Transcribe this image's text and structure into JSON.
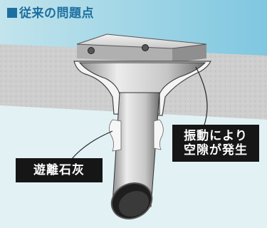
{
  "title": {
    "marker": "■",
    "text": "従来の問題点"
  },
  "labels": {
    "vibration_void": {
      "line1": "振動により",
      "line2": "空隙が発生"
    },
    "efflorescence": "遊離石灰"
  },
  "colors": {
    "background": "#e2f1f4",
    "title": "#1d6fa0",
    "label_box": "#161616",
    "label_text": "#ffffff"
  }
}
